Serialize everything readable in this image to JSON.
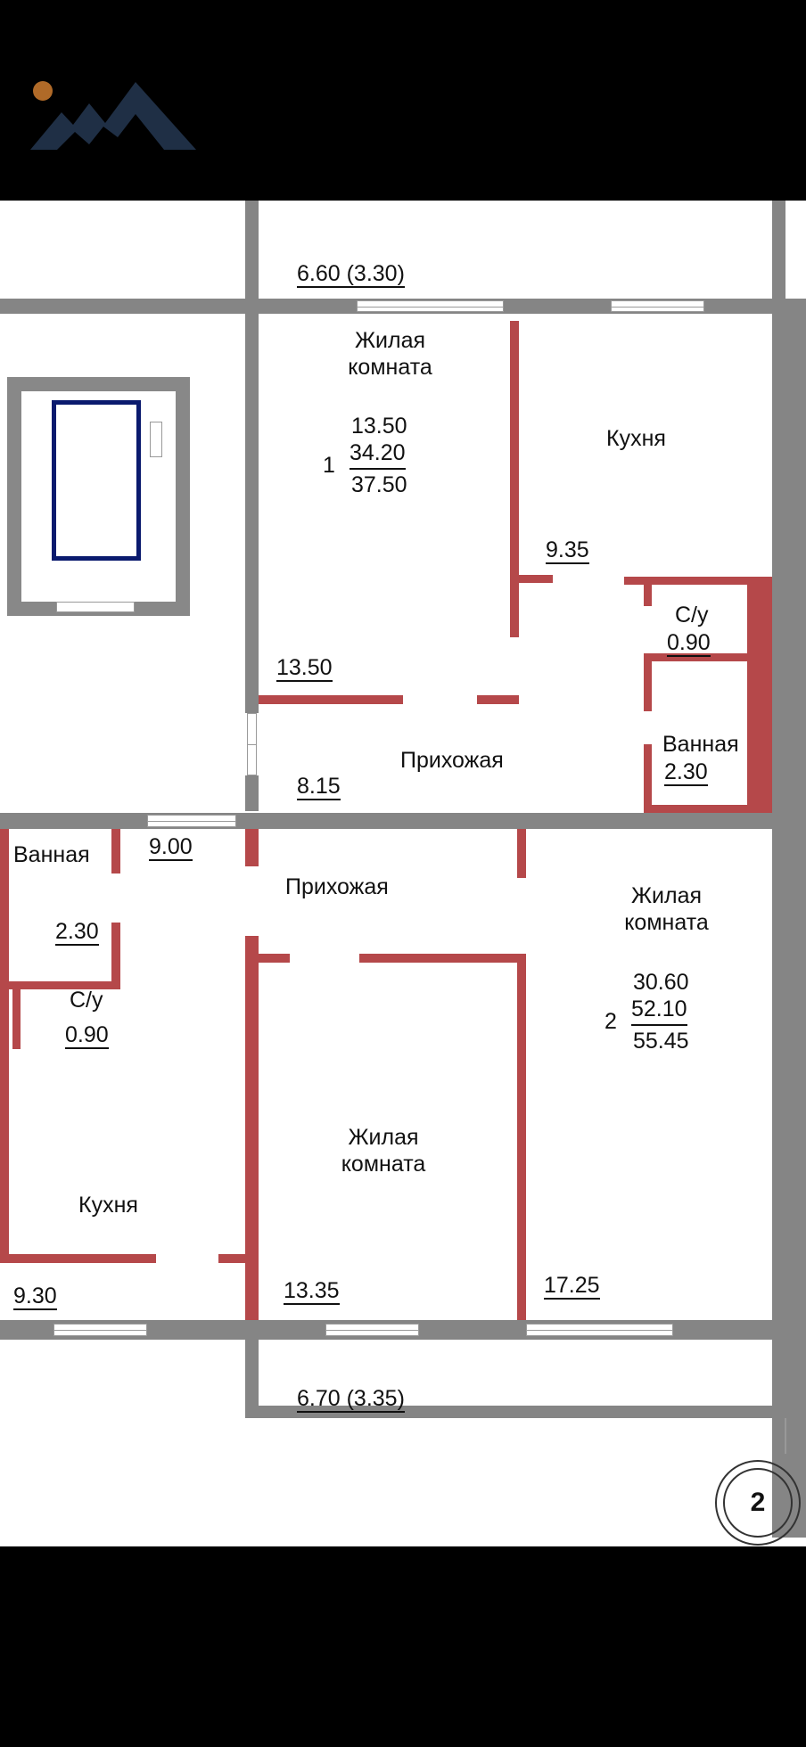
{
  "colors": {
    "background": "#000000",
    "plan_bg": "#ffffff",
    "wall": "#858585",
    "partition": "#b5484a",
    "logo_dark": "#1f2f45",
    "logo_dot": "#b06a28",
    "elevator": "#0a1a6e"
  },
  "logo": {
    "icon": "mountain-logo-icon"
  },
  "upper_apartment": {
    "balcony_area": "6.60 (3.30)",
    "living_room": {
      "label_line1": "Жилая",
      "label_line2": "комната",
      "area": "13.50"
    },
    "kitchen": {
      "label": "Кухня",
      "area": "9.35"
    },
    "toilet": {
      "label": "С/у",
      "area": "0.90"
    },
    "bathroom": {
      "label": "Ванная",
      "area": "2.30"
    },
    "hallway": {
      "label": "Прихожая",
      "area": "8.15"
    },
    "summary": {
      "number": "1",
      "living_area": "13.50",
      "total_area": "34.20",
      "total_with_balcony": "37.50"
    }
  },
  "lower_apartment": {
    "bathroom": {
      "label": "Ванная",
      "area": "2.30"
    },
    "toilet": {
      "label": "С/у",
      "area": "0.90"
    },
    "hallway": {
      "label": "Прихожая",
      "area": "9.00"
    },
    "kitchen": {
      "label": "Кухня",
      "area": "9.30"
    },
    "living_room_small": {
      "label_line1": "Жилая",
      "label_line2": "комната",
      "area": "13.35"
    },
    "living_room_large": {
      "label_line1": "Жилая",
      "label_line2": "комната",
      "area": "17.25"
    },
    "balcony_area": "6.70 (3.35)",
    "summary": {
      "number": "2",
      "living_area": "30.60",
      "total_area": "52.10",
      "total_with_balcony": "55.45"
    }
  },
  "floor_badge": "2"
}
